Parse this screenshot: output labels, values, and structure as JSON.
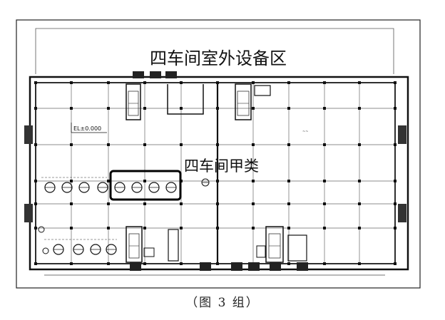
{
  "labels": {
    "outdoor_area": "四车间室外设备区",
    "workshop_class": "四车间甲类",
    "elevation": "EL±0.000",
    "caption": "（图 3 组）"
  },
  "colors": {
    "line": "#1a1a1a",
    "grid": "#555555",
    "background": "#ffffff"
  }
}
